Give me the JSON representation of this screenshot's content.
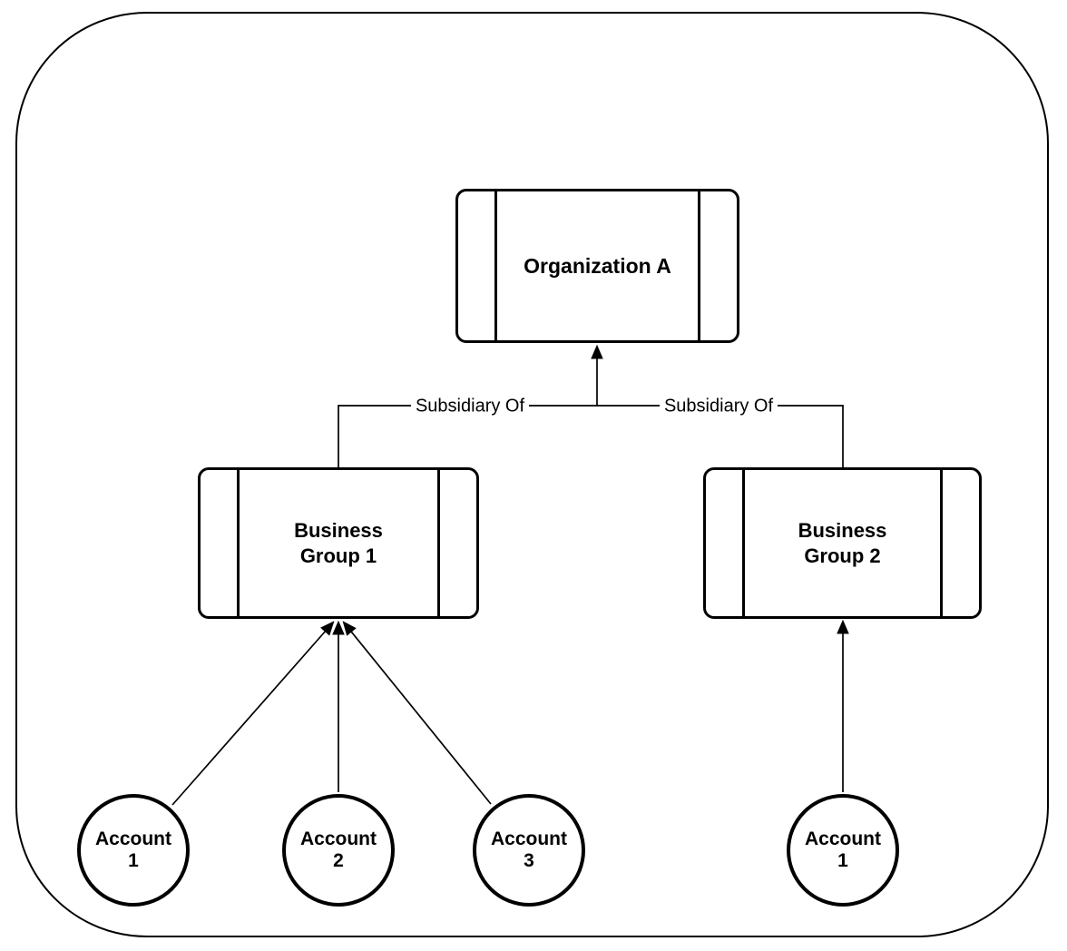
{
  "diagram": {
    "colors": {
      "stroke": "#000000",
      "background": "#ffffff"
    },
    "nodes": {
      "organization_a": {
        "label": "Organization A"
      },
      "business_group_1": {
        "line1": "Business",
        "line2": "Group 1"
      },
      "business_group_2": {
        "line1": "Business",
        "line2": "Group 2"
      },
      "account_1_left": {
        "line1": "Account",
        "line2": "1"
      },
      "account_2": {
        "line1": "Account",
        "line2": "2"
      },
      "account_3": {
        "line1": "Account",
        "line2": "3"
      },
      "account_1_right": {
        "line1": "Account",
        "line2": "1"
      }
    },
    "edges": {
      "bg1_to_org": {
        "label": "Subsidiary Of"
      },
      "bg2_to_org": {
        "label": "Subsidiary Of"
      }
    }
  }
}
